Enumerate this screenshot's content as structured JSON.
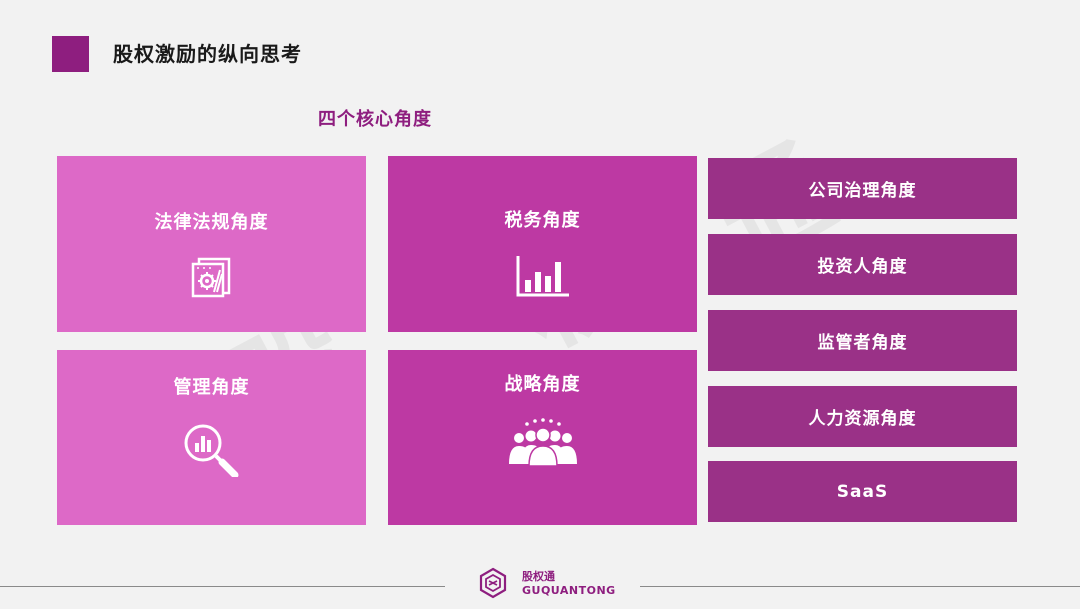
{
  "header": {
    "title": "股权激励的纵向思考",
    "accent_color": "#8e1e7f"
  },
  "section": {
    "subtitle": "四个核心角度"
  },
  "watermark": {
    "chars": [
      "股",
      "权",
      "通"
    ]
  },
  "tiles": [
    {
      "label": "法律法规角度",
      "icon": "legal-document-gear-icon",
      "color": "#dd69c7"
    },
    {
      "label": "税务角度",
      "icon": "bar-chart-icon",
      "color": "#bd39a3"
    },
    {
      "label": "管理角度",
      "icon": "magnifier-chart-icon",
      "color": "#dd69c7"
    },
    {
      "label": "战略角度",
      "icon": "team-people-icon",
      "color": "#bd39a3"
    }
  ],
  "bars": [
    {
      "label": "公司治理角度"
    },
    {
      "label": "投资人角度"
    },
    {
      "label": "监管者角度"
    },
    {
      "label": "人力资源角度"
    },
    {
      "label": "SaaS"
    }
  ],
  "bar_color": "#9a3187",
  "footer": {
    "brand_cn": "股权通",
    "brand_en": "GUQUANTONG",
    "logo_icon": "guquantong-logo-icon"
  }
}
